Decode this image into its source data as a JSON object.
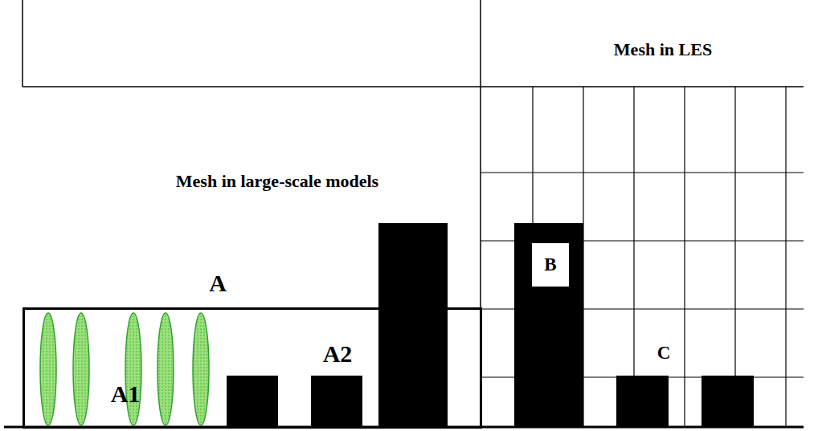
{
  "diagram": {
    "nodes": [
      {
        "text": [
          "A"
        ]
      },
      {
        "text": [
          "B"
        ]
      }
    ],
    "labels": [
      "Mesh in LES",
      "Mesh in large-scale models",
      "A1",
      "A2",
      "C"
    ]
  }
}
